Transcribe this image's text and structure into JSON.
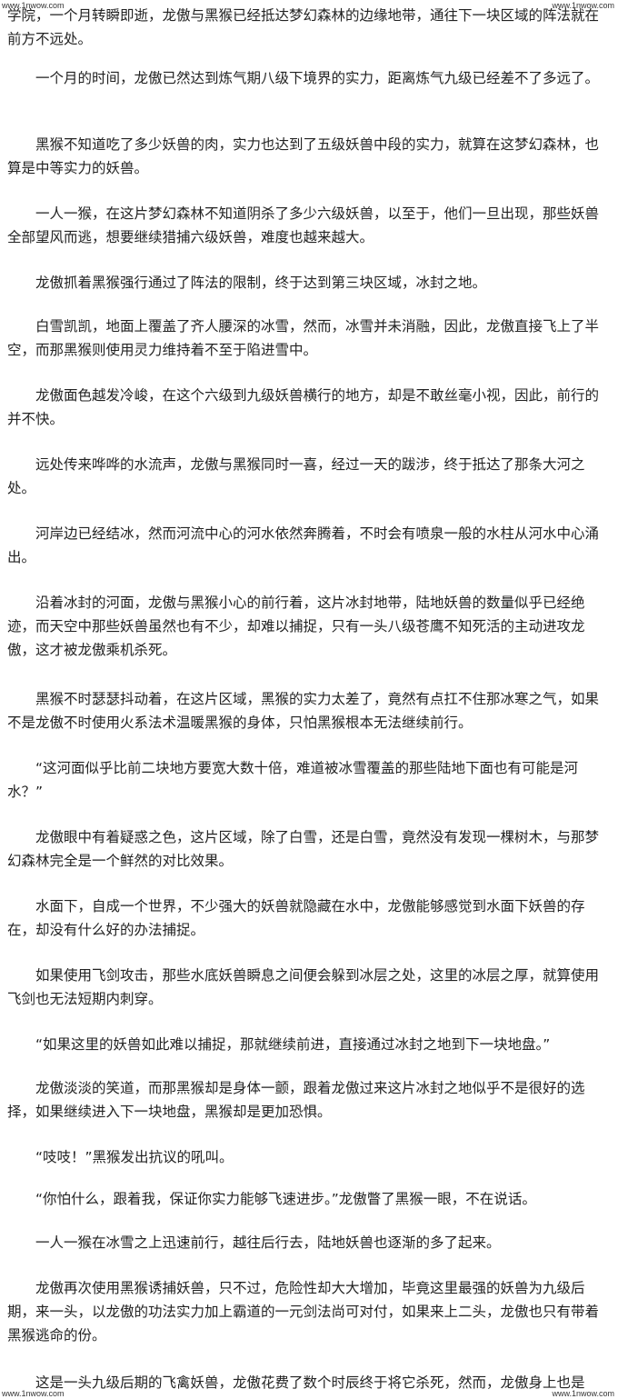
{
  "watermark": "www.1nwow.com",
  "paragraphs": [
    "学院，一个月转瞬即逝，龙傲与黑猴已经抵达梦幻森林的边缘地带，通往下一块区域的阵法就在前方不远处。",
    "一个月的时间，龙傲已然达到炼气期八级下境界的实力，距离炼气九级已经差不了多远了。",
    "黑猴不知道吃了多少妖兽的肉，实力也达到了五级妖兽中段的实力，就算在这梦幻森林，也算是中等实力的妖兽。",
    "一人一猴，在这片梦幻森林不知道阴杀了多少六级妖兽，以至于，他们一旦出现，那些妖兽全部望风而逃，想要继续猎捕六级妖兽，难度也越来越大。",
    "龙傲抓着黑猴强行通过了阵法的限制，终于达到第三块区域，冰封之地。",
    "白雪凯凯，地面上覆盖了齐人腰深的冰雪，然而，冰雪并未消融，因此，龙傲直接飞上了半空，而那黑猴则使用灵力维持着不至于陷进雪中。",
    "龙傲面色越发冷峻，在这个六级到九级妖兽横行的地方，却是不敢丝毫小视，因此，前行的并不快。",
    "远处传来哗哗的水流声，龙傲与黑猴同时一喜，经过一天的跋涉，终于抵达了那条大河之处。",
    "河岸边已经结冰，然而河流中心的河水依然奔腾着，不时会有喷泉一般的水柱从河水中心涌出。",
    "沿着冰封的河面，龙傲与黑猴小心的前行着，这片冰封地带，陆地妖兽的数量似乎已经绝迹，而天空中那些妖兽虽然也有不少，却难以捕捉，只有一头八级苍鹰不知死活的主动进攻龙傲，这才被龙傲乘机杀死。",
    "黑猴不时瑟瑟抖动着，在这片区域，黑猴的实力太差了，竟然有点扛不住那冰寒之气，如果不是龙傲不时使用火系法术温暖黑猴的身体，只怕黑猴根本无法继续前行。",
    "“这河面似乎比前二块地方要宽大数十倍，难道被冰雪覆盖的那些陆地下面也有可能是河水？”",
    "龙傲眼中有着疑惑之色，这片区域，除了白雪，还是白雪，竟然没有发现一棵树木，与那梦幻森林完全是一个鲜然的对比效果。",
    "水面下，自成一个世界，不少强大的妖兽就隐藏在水中，龙傲能够感觉到水面下妖兽的存在，却没有什么好的办法捕捉。",
    "如果使用飞剑攻击，那些水底妖兽瞬息之间便会躲到冰层之处，这里的冰层之厚，就算使用飞剑也无法短期内刺穿。",
    "“如果这里的妖兽如此难以捕捉，那就继续前进，直接通过冰封之地到下一块地盘。”",
    "龙傲淡淡的笑道，而那黑猴却是身体一颤，跟着龙傲过来这片冰封之地似乎不是很好的选择，如果继续进入下一块地盘，黑猴却是更加恐惧。",
    "“吱吱！”黑猴发出抗议的吼叫。",
    "“你怕什么，跟着我，保证你实力能够飞速进步。”龙傲瞥了黑猴一眼，不在说话。",
    "一人一猴在冰雪之上迅速前行，越往后行去，陆地妖兽也逐渐的多了起来。",
    "龙傲再次使用黑猴诱捕妖兽，只不过，危险性却大大增加，毕竟这里最强的妖兽为九级后期，来一头，以龙傲的功法实力加上霸道的一元剑法尚可对付，如果来上二头，龙傲也只有带着黑猴逃命的份。",
    "这是一头九级后期的飞禽妖兽，龙傲花费了数个时辰终于将它杀死，然而，龙傲身上也是"
  ]
}
